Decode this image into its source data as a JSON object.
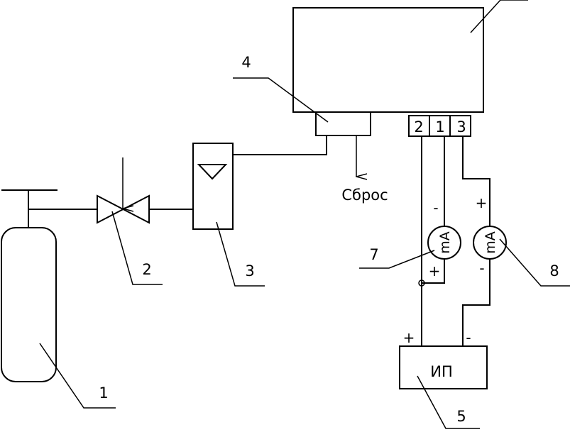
{
  "callouts": {
    "c1": "1",
    "c2": "2",
    "c3": "3",
    "c4": "4",
    "c5": "5",
    "c7": "7",
    "c8": "8"
  },
  "text": {
    "exhaust": "Сброс",
    "power_supply": "ИП"
  },
  "terminals": [
    "2",
    "1",
    "3"
  ],
  "meters": {
    "m7": "mA",
    "m8": "mA"
  },
  "signs": {
    "m7_top": "-",
    "m7_bottom": "+",
    "m8_top": "+",
    "m8_bottom": "-",
    "ps_left": "+",
    "ps_right": "-"
  }
}
